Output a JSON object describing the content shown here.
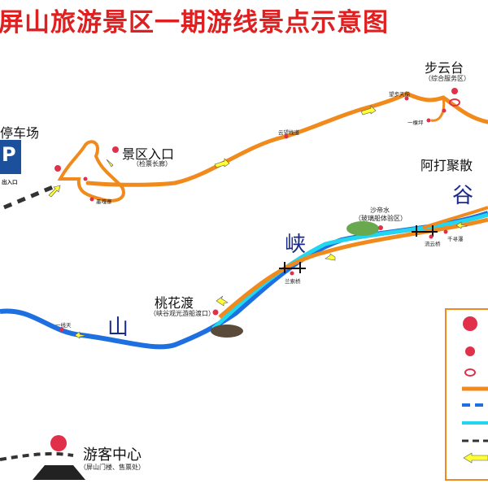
{
  "title": "屏山旅游景区一期游线景点示意图",
  "parking": {
    "label": "停车场",
    "sign": "P",
    "exit_label": "出入口"
  },
  "spots": {
    "entrance": {
      "name": "景区入口",
      "sub": "（检票长廊）"
    },
    "mogazhai": "墨嘎寨",
    "yunwang": "云望栈道",
    "wangbu": "望步天梯",
    "buyuntai": {
      "name": "步云台",
      "sub": "（综合服务区）"
    },
    "yikeping": "一棵坪",
    "adaju": "阿打聚散",
    "shadishui": {
      "name": "沙帝水",
      "sub": "（玻璃船体验区）"
    },
    "liuyunqiao": "流云桥",
    "qianxunpu": "千寻瀑",
    "lansuoqiao": "兰索桥",
    "taohuadu": {
      "name": "桃花渡",
      "sub": "（峡谷观光游船渡口）"
    },
    "yixiantian": "一线天",
    "visitor_center": {
      "name": "游客中心",
      "sub": "（屏山门楼、售票处）"
    }
  },
  "canyon_chars": [
    "山",
    "峡",
    "谷"
  ],
  "colors": {
    "walk_route": "#f08a1c",
    "river": "#1e6fe0",
    "boat_route": "#22d6f0",
    "road": "#333333",
    "marker": "#e0304a",
    "arrow": "#ffff33"
  }
}
